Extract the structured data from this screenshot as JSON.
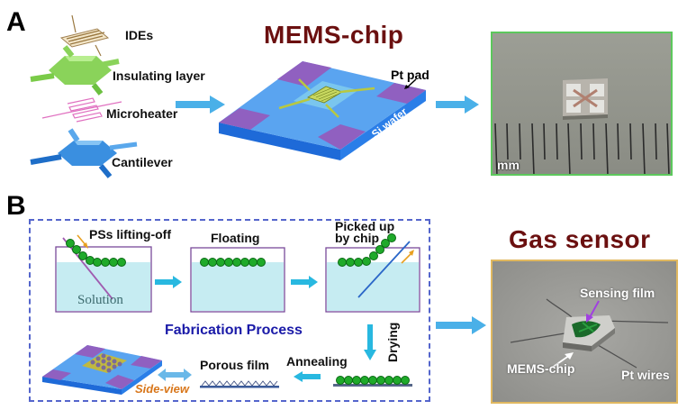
{
  "panel_a": {
    "letter": "A",
    "layers": [
      {
        "name": "IDEs",
        "color": "#c8a86a"
      },
      {
        "name": "Insulating layer",
        "color": "#8ad35a"
      },
      {
        "name": "Microheater",
        "color": "#e878c8"
      },
      {
        "name": "Cantilever",
        "color": "#3a8fe0"
      }
    ],
    "chip_title": "MEMS-chip",
    "chip_labels": {
      "pad": "Pt pad",
      "wafer": "Si wafer"
    },
    "photo_scale_label": "mm"
  },
  "panel_b": {
    "letter": "B",
    "process_title": "Fabrication Process",
    "steps": {
      "lift_off": "PSs lifting-off",
      "solution": "Solution",
      "floating": "Floating",
      "picked_up_line1": "Picked up",
      "picked_up_line2": "by chip",
      "drying": "Drying",
      "annealing": "Annealing",
      "porous_film": "Porous film",
      "side_view": "Side-view"
    },
    "sensor_title": "Gas sensor",
    "photo_labels": {
      "sensing_film": "Sensing film",
      "mems_chip": "MEMS-chip",
      "pt_wires": "Pt wires"
    }
  },
  "colors": {
    "title_red": "#6b1010",
    "process_blue": "#1a1aa8",
    "arrow_blue": "#4ab0e8",
    "side_view_orange": "#d8761a",
    "sphere_green": "#1faa2a",
    "dash_border": "#5566cc",
    "photo_a_border": "#5cc85c",
    "photo_b_border": "#e0b860"
  }
}
